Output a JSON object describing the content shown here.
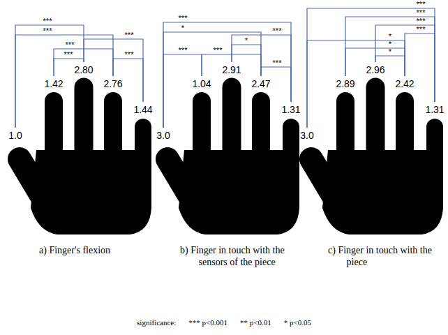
{
  "diagram": {
    "labels": [
      "***",
      "***",
      "***",
      "***",
      "***",
      "***",
      "1.0",
      "1.42",
      "2.80",
      "2.76",
      "1.44",
      "a) Finger's flexion",
      "***",
      "*",
      "***",
      "*",
      "***",
      "***",
      "***",
      "3.0",
      "1.04",
      "2.91",
      "2.47",
      "1.31",
      "b) Finger in touch with the sensors of the piece",
      "***",
      "***",
      "***",
      "***",
      "*",
      "*",
      "*",
      "3.0",
      "2.89",
      "2.96",
      "2.42",
      "1.31",
      "c) Finger in touch with the piece",
      "significance:",
      "*** p<0.001",
      "** p<0.01",
      "* p<0.05"
    ]
  }
}
